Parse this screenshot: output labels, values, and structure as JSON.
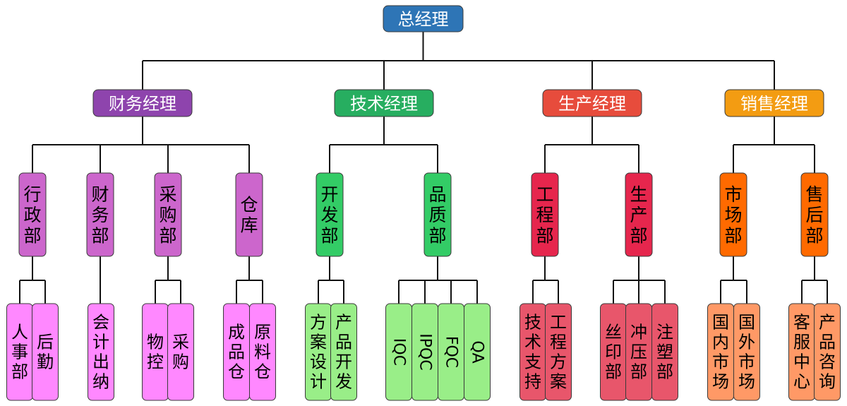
{
  "chart": {
    "root": {
      "label": "总经理",
      "color": "#2e75b6",
      "text_color": "#ffffff"
    },
    "managers": [
      {
        "label": "财务经理",
        "color": "#8e44ad",
        "text_color": "#ffffff",
        "departments": [
          {
            "label": "行政部",
            "color": "#cc66cc",
            "teams": [
              {
                "label": "人事部",
                "color": "#ff88ff"
              },
              {
                "label": "后勤",
                "color": "#ff88ff"
              }
            ]
          },
          {
            "label": "财务部",
            "color": "#cc66cc",
            "teams": [
              {
                "label": "会计出纳",
                "color": "#ff88ff"
              }
            ]
          },
          {
            "label": "采购部",
            "color": "#cc66cc",
            "teams": [
              {
                "label": "物控",
                "color": "#ff88ff"
              },
              {
                "label": "采购",
                "color": "#ff88ff"
              }
            ]
          },
          {
            "label": "仓库",
            "color": "#cc66cc",
            "teams": [
              {
                "label": "成品仓",
                "color": "#ff88ff"
              },
              {
                "label": "原料仓",
                "color": "#ff88ff"
              }
            ]
          }
        ]
      },
      {
        "label": "技术经理",
        "color": "#27ae60",
        "text_color": "#ffffff",
        "departments": [
          {
            "label": "开发部",
            "color": "#33cc66",
            "teams": [
              {
                "label": "方案设计",
                "color": "#99ee88"
              },
              {
                "label": "产品开发",
                "color": "#99ee88"
              }
            ]
          },
          {
            "label": "品质部",
            "color": "#33cc66",
            "teams": [
              {
                "label": "IQC",
                "color": "#99ee88",
                "rotated": true
              },
              {
                "label": "IPQC",
                "color": "#99ee88",
                "rotated": true
              },
              {
                "label": "FQC",
                "color": "#99ee88",
                "rotated": true
              },
              {
                "label": "QA",
                "color": "#99ee88",
                "rotated": true
              }
            ]
          }
        ]
      },
      {
        "label": "生产经理",
        "color": "#e74c3c",
        "text_color": "#ffffff",
        "departments": [
          {
            "label": "工程部",
            "color": "#e6264d",
            "teams": [
              {
                "label": "技术支持",
                "color": "#e8566b"
              },
              {
                "label": "工程方案",
                "color": "#e8566b"
              }
            ]
          },
          {
            "label": "生产部",
            "color": "#e6264d",
            "teams": [
              {
                "label": "丝印部",
                "color": "#e8566b"
              },
              {
                "label": "冲压部",
                "color": "#e8566b"
              },
              {
                "label": "注塑部",
                "color": "#e8566b"
              }
            ]
          }
        ]
      },
      {
        "label": "销售经理",
        "color": "#f39c12",
        "text_color": "#ffffff",
        "departments": [
          {
            "label": "市场部",
            "color": "#ff6a00",
            "teams": [
              {
                "label": "国内市场",
                "color": "#ff9966"
              },
              {
                "label": "国外市场",
                "color": "#ff9966"
              }
            ]
          },
          {
            "label": "售后部",
            "color": "#ff6a00",
            "teams": [
              {
                "label": "客服中心",
                "color": "#ff9966"
              },
              {
                "label": "产品咨询",
                "color": "#ff9966"
              }
            ]
          }
        ]
      }
    ]
  }
}
